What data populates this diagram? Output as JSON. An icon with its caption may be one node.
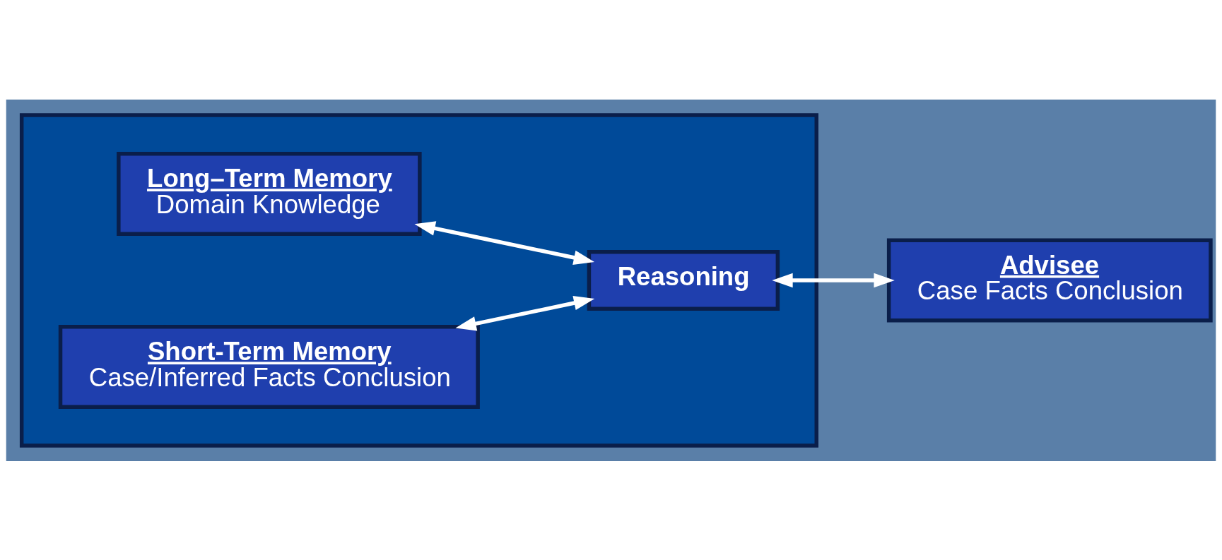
{
  "diagram": {
    "nodes": [
      {
        "text": [],
        "shape": "box"
      },
      {
        "text": [
          "Long–Term Memory",
          "Domain Knowledge"
        ],
        "in": 0
      },
      {
        "text": [
          "Short-Term Memory",
          "Case/Inferred Facts Conclusion"
        ],
        "in": 0
      },
      {
        "text": [
          "Reasoning"
        ],
        "in": 0
      },
      {
        "text": [
          "Advisee",
          "Case Facts Conclusion"
        ]
      }
    ],
    "edges": [
      {
        "from": 1,
        "to": 3,
        "arrow": "both"
      },
      {
        "from": 2,
        "to": 3,
        "arrow": "both"
      },
      {
        "from": 3,
        "to": 4,
        "arrow": "both"
      }
    ]
  }
}
